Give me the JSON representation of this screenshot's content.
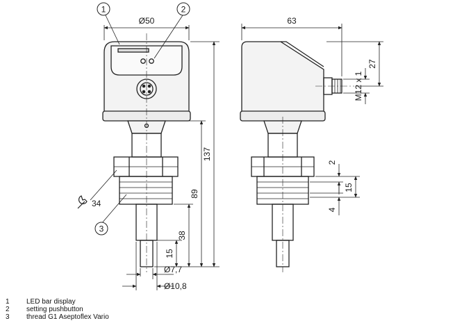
{
  "callouts": {
    "c1": "1",
    "c2": "2",
    "c3": "3"
  },
  "dimensions": {
    "d50": "Ø50",
    "d63": "63",
    "d27": "27",
    "m12": "M12 x 1",
    "d137": "137",
    "d89": "89",
    "d38": "38",
    "d15a": "15",
    "d77": "Ø7,7",
    "d108": "Ø10,8",
    "d2": "2",
    "d15b": "15",
    "d4": "4",
    "d34": "34"
  },
  "legend": [
    {
      "num": "1",
      "text": "LED bar display"
    },
    {
      "num": "2",
      "text": "setting pushbutton"
    },
    {
      "num": "3",
      "text": "thread G1 Aseptoflex Vario"
    }
  ]
}
